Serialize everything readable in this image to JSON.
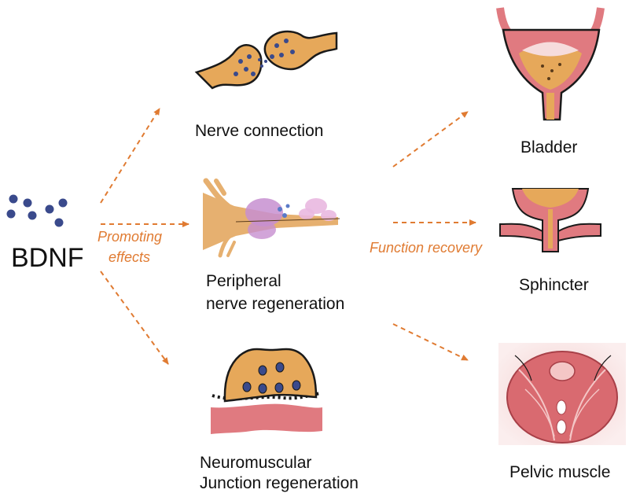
{
  "source": {
    "label": "BDNF",
    "promoting_line1": "Promoting",
    "promoting_line2": "effects"
  },
  "middle": {
    "nerve_connection": "Nerve connection",
    "peripheral_line1": "Peripheral",
    "peripheral_line2": "nerve regeneration",
    "nmj_line1": "Neuromuscular",
    "nmj_line2": "Junction regeneration"
  },
  "function_recovery": "Function recovery",
  "targets": {
    "bladder": "Bladder",
    "sphincter": "Sphincter",
    "pelvic_muscle": "Pelvic muscle"
  },
  "colors": {
    "arrow": "#e07b32",
    "bdnf_dot": "#3a4a8c",
    "tissue": "#e6a85a",
    "muscle": "#e07a80",
    "outline": "#1a1a1a"
  }
}
